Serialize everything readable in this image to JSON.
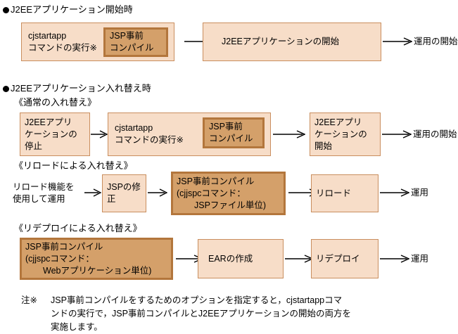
{
  "sections": [
    {
      "heading": "J2EEアプリケーション開始時",
      "rows": [
        {
          "name": "start-row",
          "outer_label": "cjstartapp\nコマンドの実行※",
          "inner_label": "JSP事前\nコンパイル",
          "next_box": "J2EEアプリケーションの開始",
          "tail_label": "運用の開始"
        }
      ]
    },
    {
      "heading": "J2EEアプリケーション入れ替え時",
      "subsections": [
        {
          "title": "《通常の入れ替え》",
          "first_box": "J2EEアプリ\nケーションの\n停止",
          "outer_label": "cjstartapp\nコマンドの実行※",
          "inner_label": "JSP事前\nコンパイル",
          "next_box": "J2EEアプリ\nケーションの\n開始",
          "tail_label": "運用の開始"
        },
        {
          "title": "《リロードによる入れ替え》",
          "plain_label": "リロード機能を\n使用して運用",
          "mid_box": "JSPの修正",
          "dark_box": "JSP事前コンパイル\n(cjjspcコマンド：\n　　JSPファイル単位)",
          "next_box": "リロード",
          "tail_label": "運用"
        },
        {
          "title": "《リデプロイによる入れ替え》",
          "dark_box": "JSP事前コンパイル\n(cjjspcコマンド：\n　　Webアプリケーション単位)",
          "next_box": "EARの作成",
          "third_box": "リデプロイ",
          "tail_label": "運用"
        }
      ]
    }
  ],
  "footnote": {
    "label": "注※",
    "text": "JSP事前コンパイルをするためのオプションを指定すると，cjstartappコマ\nンドの実行で，JSP事前コンパイルとJ2EEアプリケーションの開始の両方を\n実施します。"
  },
  "colors": {
    "box_fill": "#f7ddc8",
    "box_border": "#c98e5e",
    "dark_fill": "#d4a06a",
    "dark_border": "#b3763c",
    "text": "#000000",
    "background": "#ffffff"
  }
}
